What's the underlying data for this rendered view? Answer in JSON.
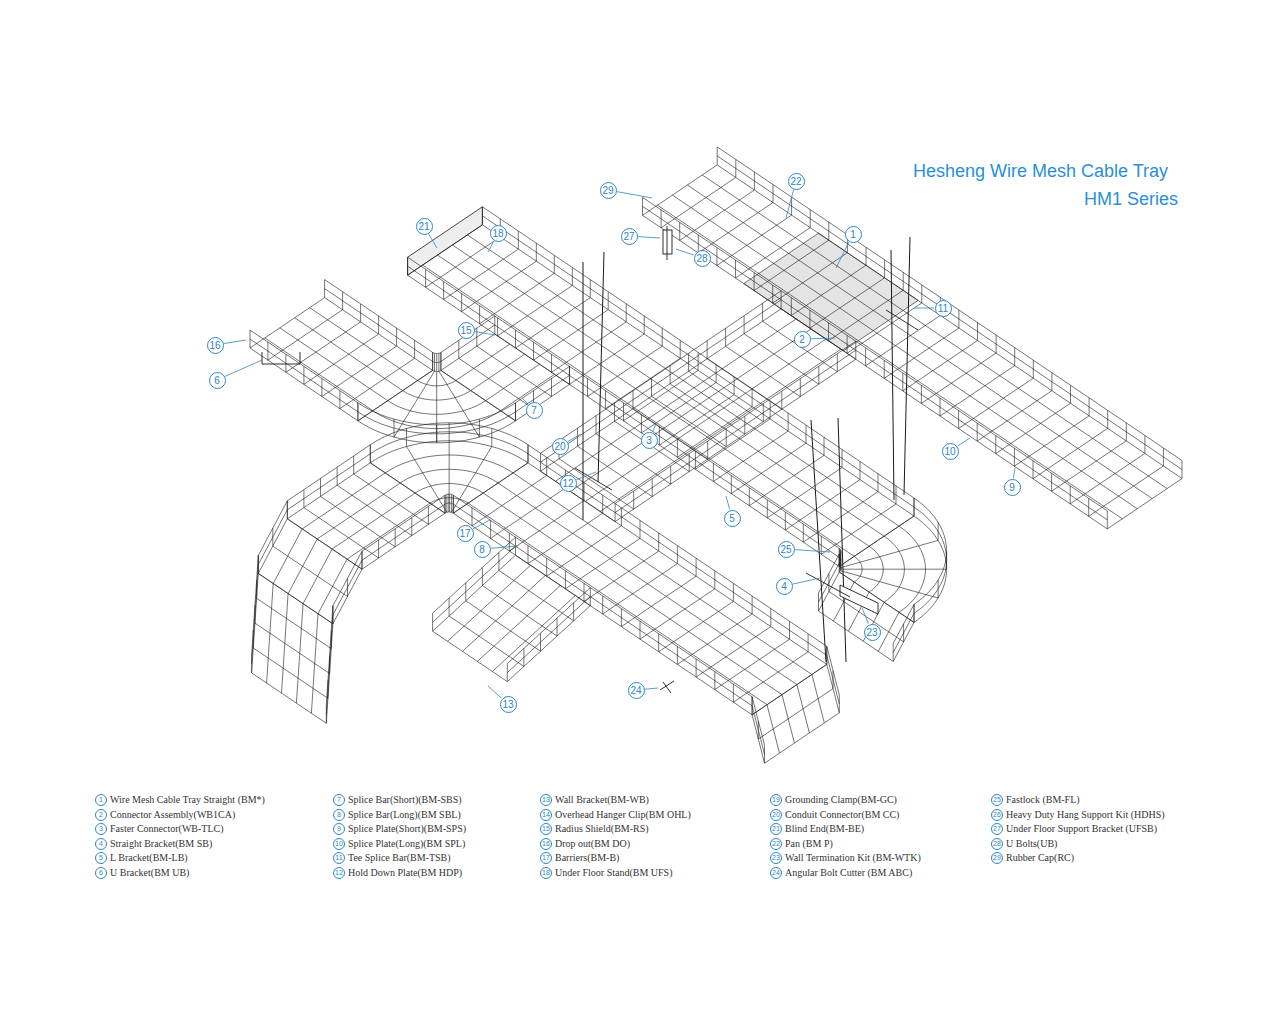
{
  "diagram": {
    "title": "Hesheng Wire Mesh Cable Tray",
    "labels": [
      "HM1 Series",
      "29",
      "22",
      "1",
      "27",
      "28",
      "21",
      "18",
      "15",
      "16",
      "6",
      "2",
      "11",
      "7",
      "20",
      "3",
      "12",
      "10",
      "9",
      "5",
      "17",
      "8",
      "25",
      "4",
      "23",
      "24",
      "13",
      "1",
      "2",
      "3",
      "4",
      "5",
      "6",
      "7",
      "8",
      "9",
      "10",
      "11",
      "12",
      "13",
      "14",
      "15",
      "16",
      "17",
      "18",
      "19",
      "20",
      "21",
      "22",
      "23",
      "24",
      "25",
      "26",
      "27",
      "28",
      "29"
    ],
    "legend": [
      {
        "text": "Wire Mesh Cable Tray Straight (BM*)"
      },
      {
        "text": "Connector Assembly(WB1CA)"
      },
      {
        "text": "Faster Connector(WB-TLC)"
      },
      {
        "text": "Straight Bracket(BM SB)"
      },
      {
        "text": "L Bracket(BM-LB)"
      },
      {
        "text": "U Bracket(BM UB)"
      },
      {
        "text": "Splice Bar(Short)(BM-SBS)"
      },
      {
        "text": "Splice Bar(Long)(BM SBL)"
      },
      {
        "text": "Splice Plate(Short)(BM-SPS)"
      },
      {
        "text": "Splice Plate(Long)(BM SPL)"
      },
      {
        "text": "Tee Splice Bar(BM-TSB)"
      },
      {
        "text": "Hold Down Plate(BM HDP)"
      },
      {
        "text": "Wall Bracket(BM-WB)"
      },
      {
        "text": "Overhead Hanger Clip(BM OHL)"
      },
      {
        "text": "Radius Shield(BM-RS)"
      },
      {
        "text": "Drop out(BM DO)"
      },
      {
        "text": "Barriers(BM-B)"
      },
      {
        "text": "Under Floor Stand(BM UFS)"
      },
      {
        "text": "Grounding Clamp(BM-GC)"
      },
      {
        "text": "Conduit Connector(BM CC)"
      },
      {
        "text": "Blind End(BM-BE)"
      },
      {
        "text": "Pan (BM P)"
      },
      {
        "text": "Wall Termination Kit (BM-WTK)"
      },
      {
        "text": "Angular Bolt Cutter (BM ABC)"
      },
      {
        "text": "Fastlock (BM-FL)"
      },
      {
        "text": "Heavy Duty Hang Support Kit (HDHS)"
      },
      {
        "text": "Under Floor Support Bracket (UFSB)"
      },
      {
        "text": "U Bolts(UB)"
      },
      {
        "text": "Rubber Cap(RC)"
      }
    ]
  }
}
